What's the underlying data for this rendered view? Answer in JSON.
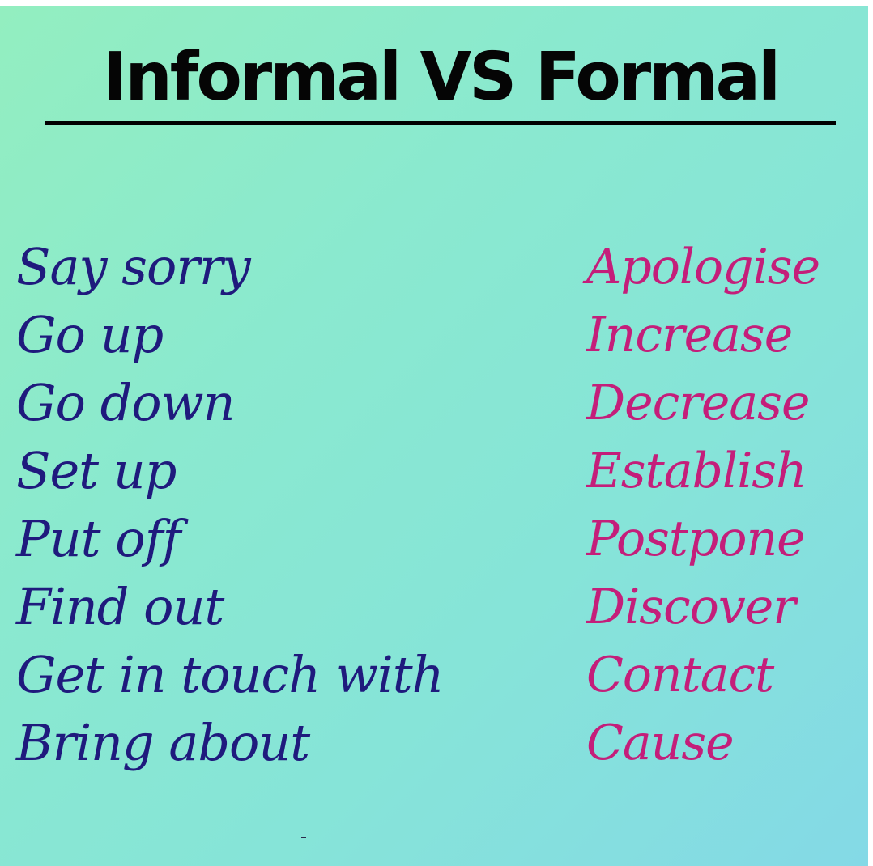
{
  "title": "Informal VS Formal",
  "colors": {
    "informal": "#1f1a7d",
    "formal": "#c41e7a",
    "background_start": "#93eec0",
    "background_end": "#84d9e6"
  },
  "informal": [
    "Say sorry",
    "Go up",
    "Go down",
    "Set up",
    "Put off",
    "Find out",
    "Get in touch with",
    "Bring about"
  ],
  "formal": [
    "Apologise",
    "Increase",
    "Decrease",
    "Establish",
    "Postpone",
    "Discover",
    "Contact",
    "Cause"
  ]
}
